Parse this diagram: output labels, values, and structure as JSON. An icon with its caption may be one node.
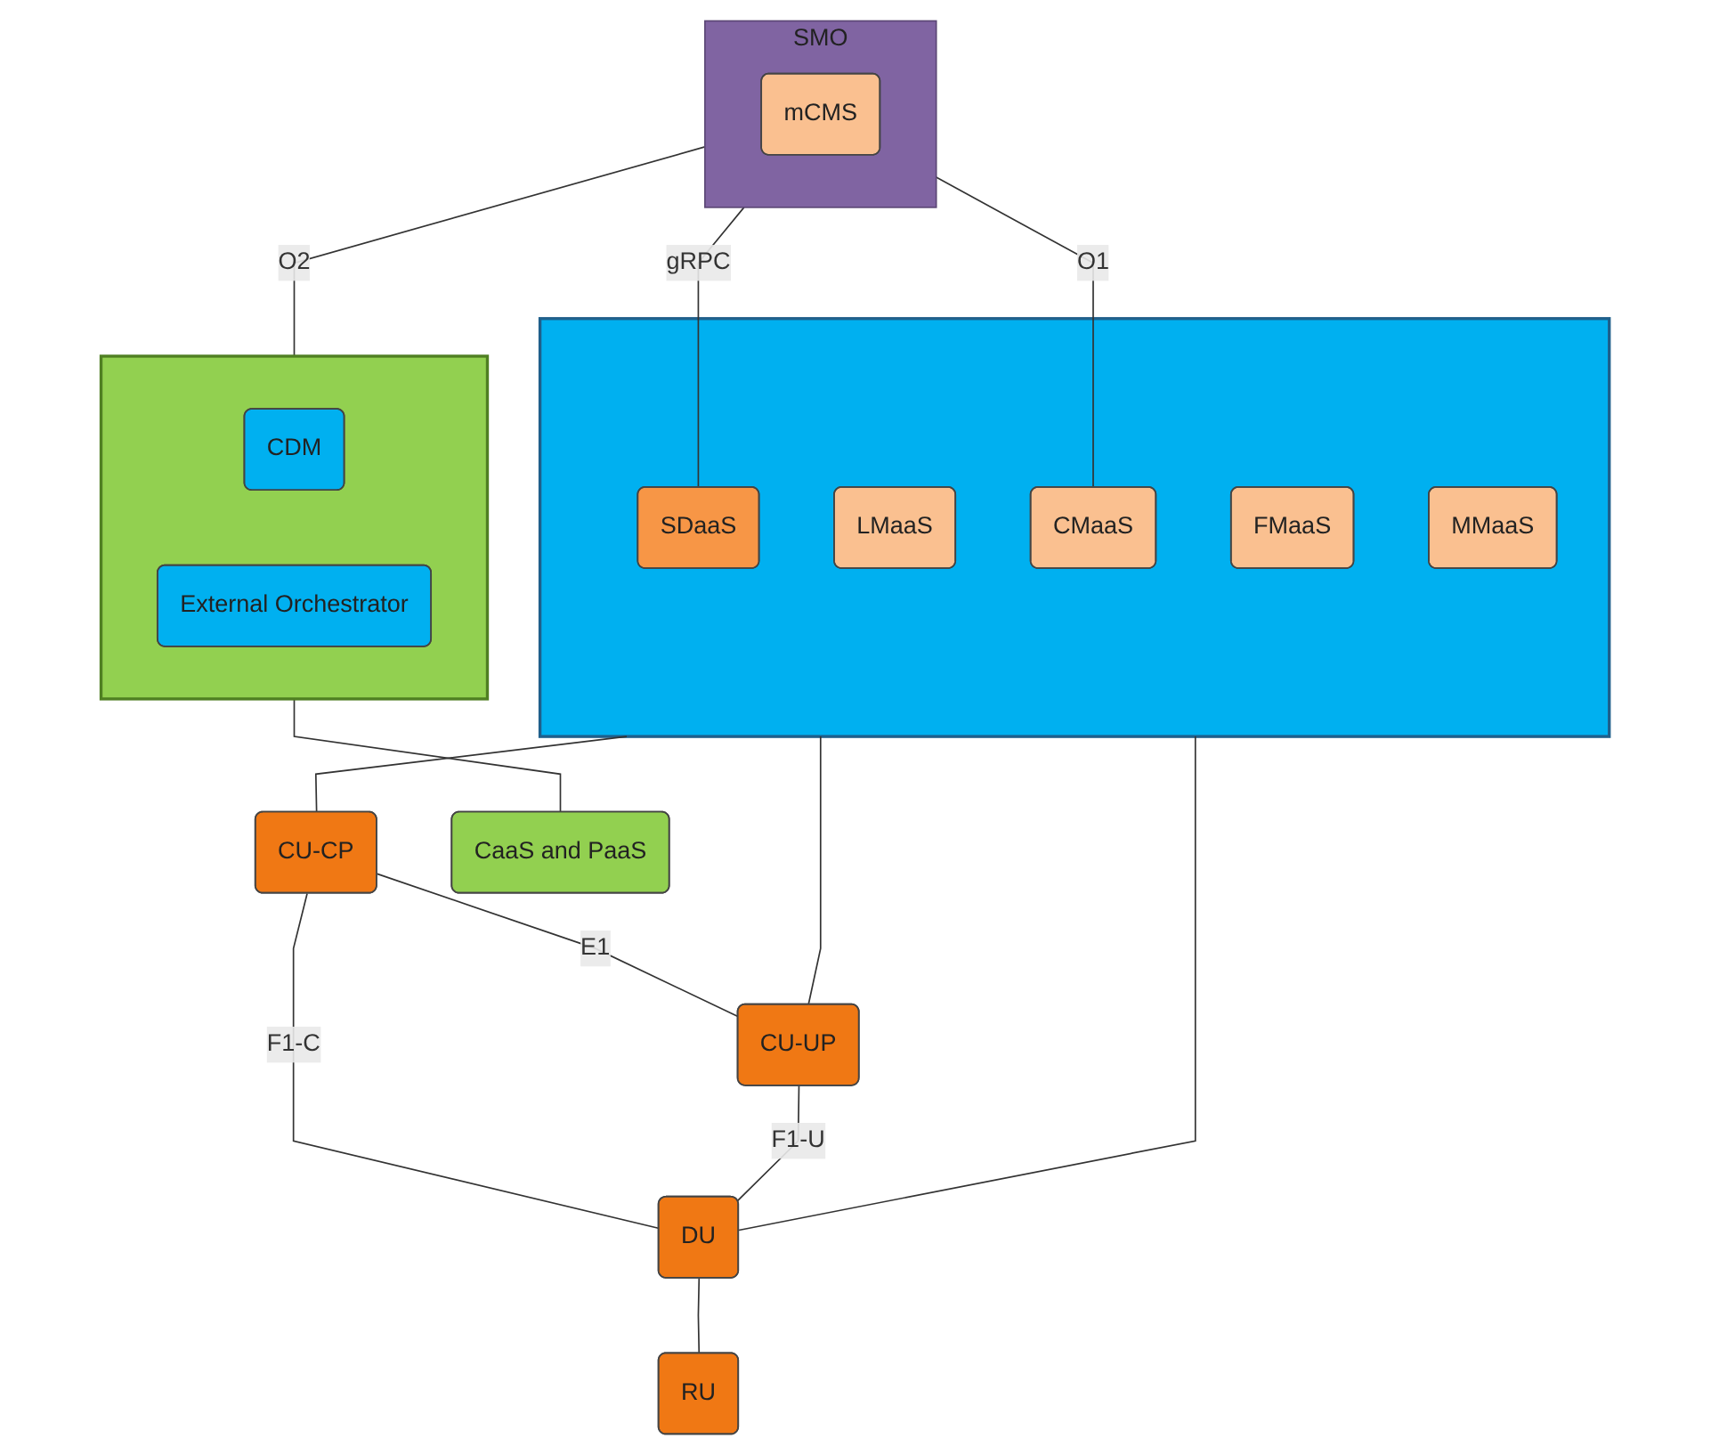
{
  "diagram": {
    "nodes": [
      {
        "text": [
          "SMO"
        ]
      },
      {
        "text": [
          "mCMS"
        ],
        "in": 0
      },
      {
        "text": [],
        "shape": "box"
      },
      {
        "text": [
          "SDaaS"
        ],
        "in": 2
      },
      {
        "text": [
          "LMaaS"
        ],
        "in": 2
      },
      {
        "text": [
          "CMaaS"
        ],
        "in": 2
      },
      {
        "text": [
          "FMaaS"
        ],
        "in": 2
      },
      {
        "text": [
          "MMaaS"
        ],
        "in": 2
      },
      {
        "text": [],
        "shape": "box"
      },
      {
        "text": [
          "CDM"
        ],
        "in": 8
      },
      {
        "text": [
          "External Orchestrator"
        ],
        "in": 8
      },
      {
        "text": [
          "CU-CP"
        ]
      },
      {
        "text": [
          "CU-UP"
        ]
      },
      {
        "text": [
          "DU"
        ]
      },
      {
        "text": [
          "RU"
        ]
      },
      {
        "text": [
          "CaaS and PaaS"
        ]
      }
    ],
    "edges": [
      {
        "from": 0,
        "to": 8,
        "arrow": "none",
        "label": "O2"
      },
      {
        "from": 0,
        "to": 3,
        "arrow": "none",
        "label": "gRPC"
      },
      {
        "from": 0,
        "to": 5,
        "arrow": "none",
        "label": "O1"
      },
      {
        "from": 2,
        "to": 11,
        "arrow": "none"
      },
      {
        "from": 2,
        "to": 12,
        "arrow": "none"
      },
      {
        "from": 2,
        "to": 13,
        "arrow": "none"
      },
      {
        "from": 11,
        "to": 12,
        "arrow": "none",
        "label": "E1"
      },
      {
        "from": 11,
        "to": 13,
        "arrow": "none",
        "label": "F1-C"
      },
      {
        "from": 12,
        "to": 13,
        "arrow": "none",
        "label": "F1-U"
      },
      {
        "from": 13,
        "to": 14,
        "arrow": "none"
      },
      {
        "from": 8,
        "to": 15,
        "arrow": "none"
      }
    ]
  }
}
